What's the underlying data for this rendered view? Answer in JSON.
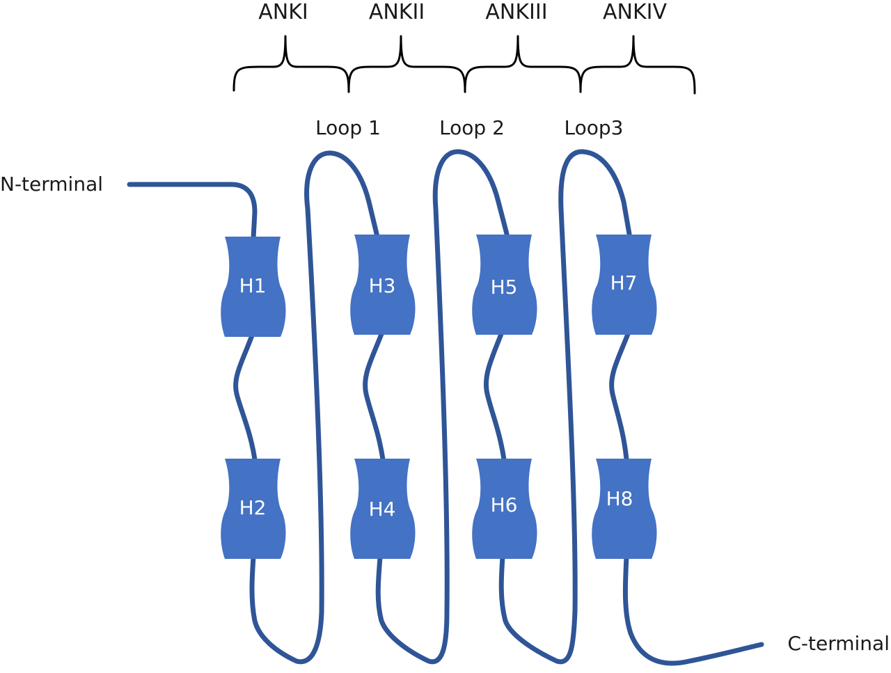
{
  "repeats": [
    "ANKI",
    "ANKII",
    "ANKIII",
    "ANKIV"
  ],
  "loops": [
    "Loop 1",
    "Loop 2",
    "Loop3"
  ],
  "termini": {
    "n": "N-terminal",
    "c": "C-terminal"
  },
  "helices": [
    "H1",
    "H2",
    "H3",
    "H4",
    "H5",
    "H6",
    "H7",
    "H8"
  ],
  "colors": {
    "helix": "#4472c4",
    "chain": "#2f5597",
    "brace": "#000000"
  }
}
